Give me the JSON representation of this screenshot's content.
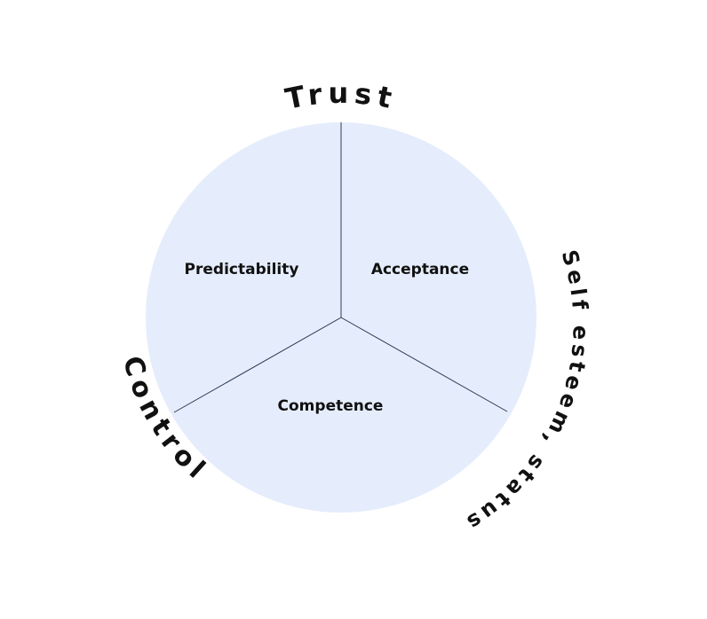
{
  "diagram": {
    "type": "pie-with-arc-labels",
    "fill_color": "#e5edfc",
    "divider_color": "#2b3a55",
    "segments": [
      {
        "label": "Predictability"
      },
      {
        "label": "Acceptance"
      },
      {
        "label": "Competence"
      }
    ],
    "arc_labels": {
      "trust": "Trust",
      "self_esteem": "Self esteem, status",
      "control": "Control"
    }
  }
}
